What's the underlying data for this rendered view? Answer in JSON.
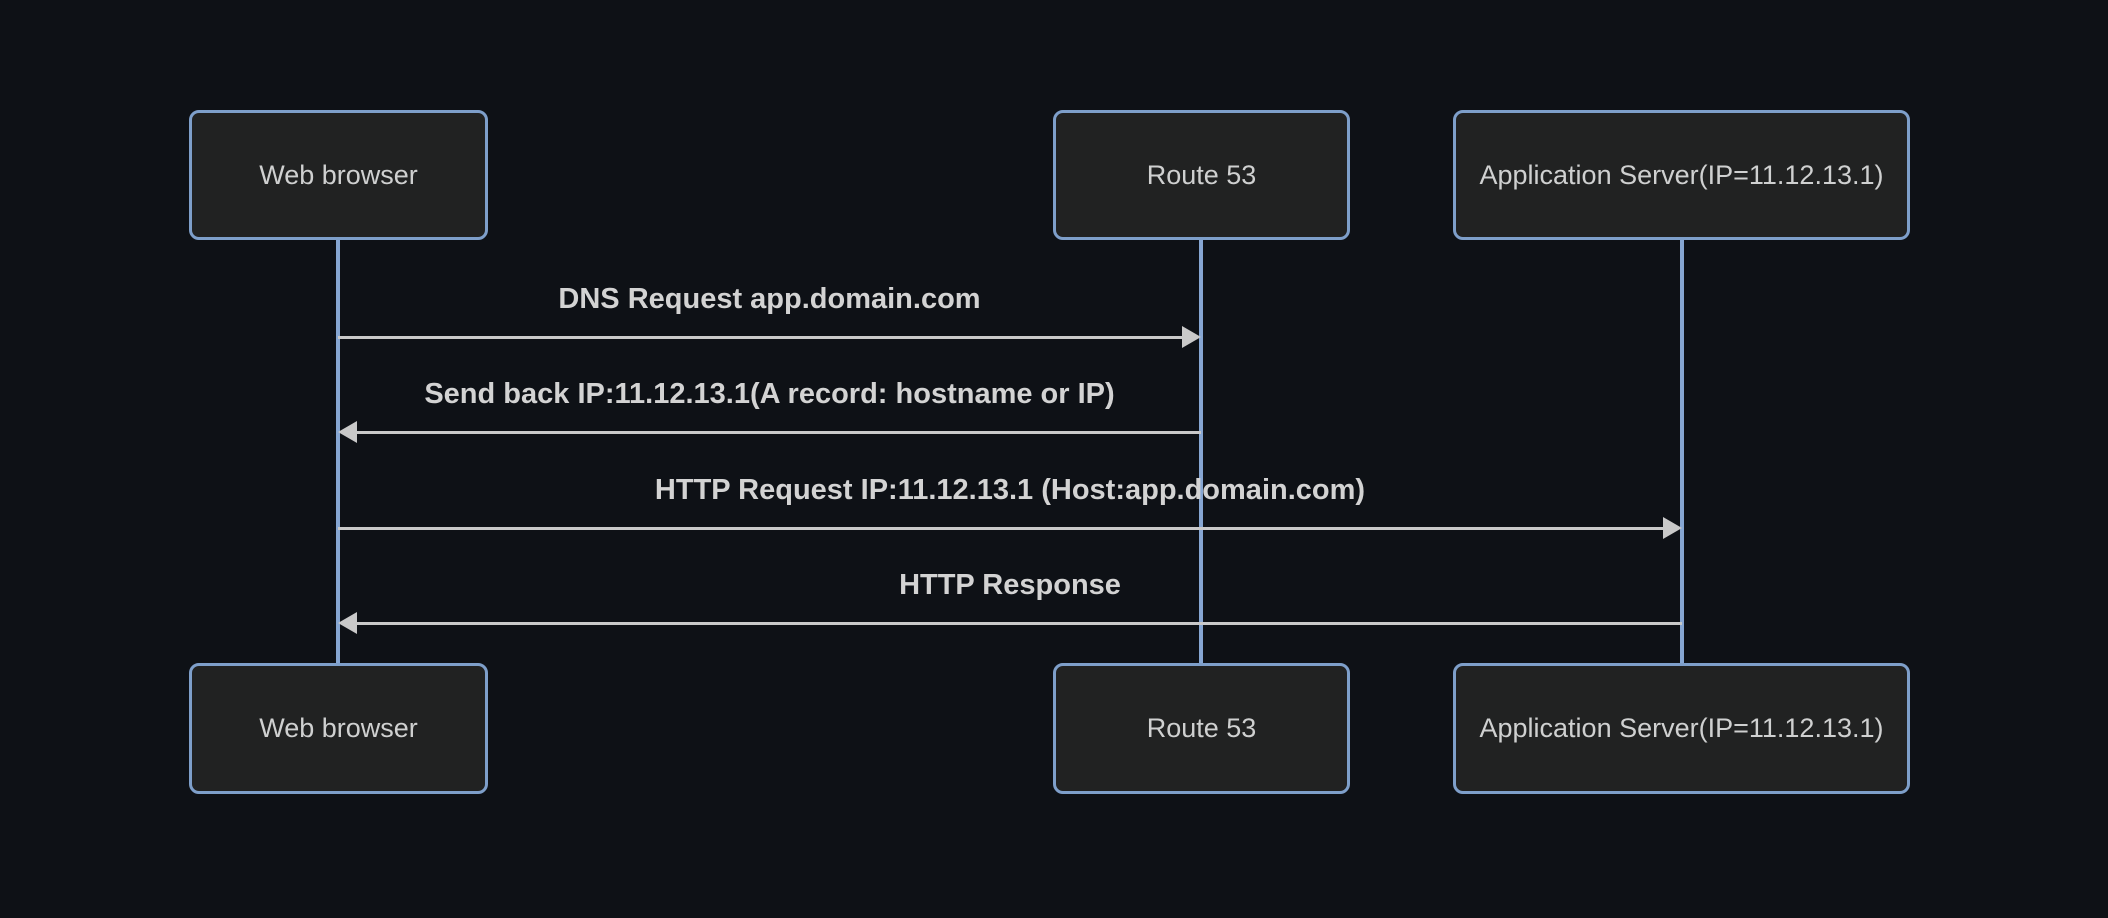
{
  "theme": {
    "page_bg": "#0e1116",
    "actor_fill": "#212222",
    "actor_border": "#7e9fca",
    "actor_text": "#cfd0d0",
    "lifeline": "#86a6d2",
    "signal": "#c9c9c9",
    "message_text": "#d3d3d3"
  },
  "diagram": {
    "type": "sequence",
    "actors": [
      {
        "id": "web-browser",
        "label": "Web browser"
      },
      {
        "id": "route-53",
        "label": "Route 53"
      },
      {
        "id": "app-server",
        "label": "Application Server(IP=11.12.13.1)"
      }
    ],
    "messages": [
      {
        "from": "web-browser",
        "to": "route-53",
        "direction": "right",
        "text": "DNS Request app.domain.com"
      },
      {
        "from": "route-53",
        "to": "web-browser",
        "direction": "left",
        "text": "Send back IP:11.12.13.1(A record: hostname or IP)"
      },
      {
        "from": "web-browser",
        "to": "app-server",
        "direction": "right",
        "text": "HTTP Request IP:11.12.13.1 (Host:app.domain.com)"
      },
      {
        "from": "app-server",
        "to": "web-browser",
        "direction": "left",
        "text": "HTTP Response"
      }
    ]
  }
}
